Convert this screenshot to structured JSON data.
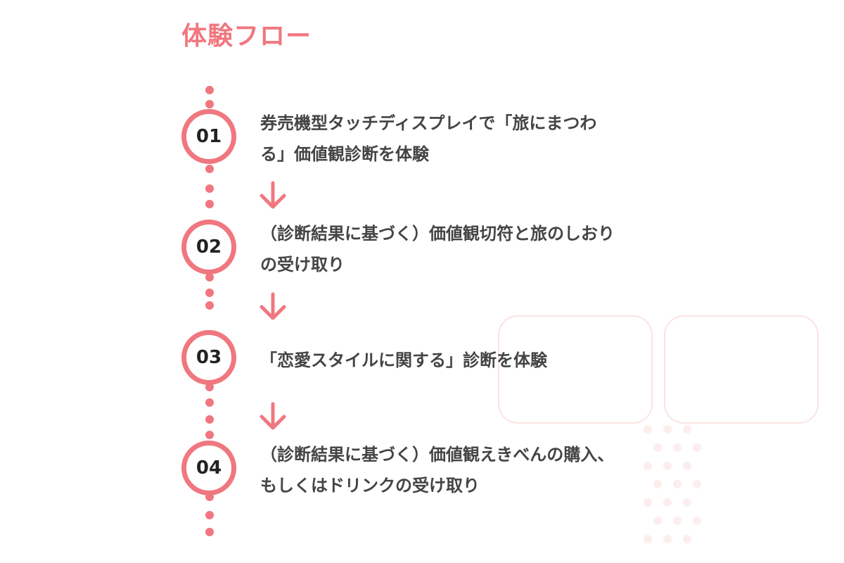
{
  "title": "体験フロー",
  "colors": {
    "accent": "#f0777f",
    "text": "#444444",
    "number": "#222222"
  },
  "steps": [
    {
      "number": "01",
      "lines": [
        "券売機型タッチディスプレイで「旅にまつわ",
        "る」価値観診断を体験"
      ]
    },
    {
      "number": "02",
      "lines": [
        "（診断結果に基づく）価値観切符と旅のしおり",
        "の受け取り"
      ]
    },
    {
      "number": "03",
      "lines": [
        "「恋愛スタイルに関する」診断を体験"
      ]
    },
    {
      "number": "04",
      "lines": [
        "（診断結果に基づく）価値観えきべんの購入、",
        "もしくはドリンクの受け取り"
      ]
    }
  ]
}
